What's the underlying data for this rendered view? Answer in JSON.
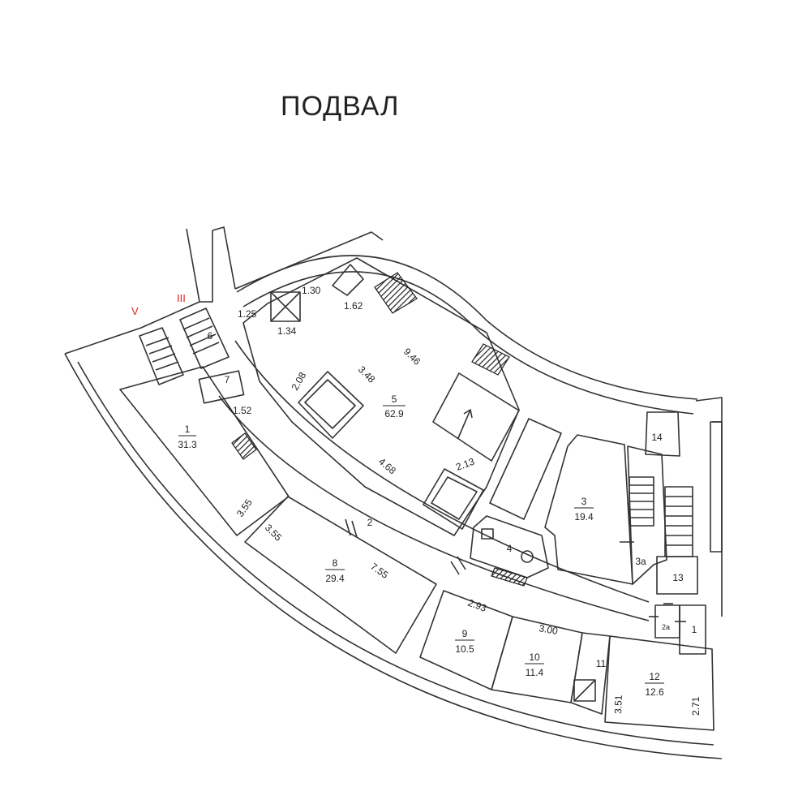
{
  "title": "ПОДВАЛ",
  "colors": {
    "line": "#333333",
    "axis": "#e0201a",
    "hatch": "#222222"
  },
  "axes": [
    {
      "id": "axis-v",
      "label": "V"
    },
    {
      "id": "axis-iii",
      "label": "III"
    }
  ],
  "rooms": [
    {
      "id": "room-1",
      "number": "1",
      "area": "31.3"
    },
    {
      "id": "room-2",
      "number": "2"
    },
    {
      "id": "room-3",
      "number": "3",
      "area": "19.4"
    },
    {
      "id": "room-3a",
      "number": "3a"
    },
    {
      "id": "room-2a",
      "number": "2a"
    },
    {
      "id": "room-4",
      "number": "4"
    },
    {
      "id": "room-5",
      "number": "5",
      "area": "62.9"
    },
    {
      "id": "room-6",
      "number": "6"
    },
    {
      "id": "room-7",
      "number": "7"
    },
    {
      "id": "room-8",
      "number": "8",
      "area": "29.4"
    },
    {
      "id": "room-9",
      "number": "9",
      "area": "10.5"
    },
    {
      "id": "room-10",
      "number": "10",
      "area": "11.4"
    },
    {
      "id": "room-11",
      "number": "11"
    },
    {
      "id": "room-12",
      "number": "12",
      "area": "12.6"
    },
    {
      "id": "room-13",
      "number": "13"
    },
    {
      "id": "room-14",
      "number": "14"
    },
    {
      "id": "room-1b",
      "number": "1"
    }
  ],
  "dimensions": [
    "1.25",
    "1.34",
    "1.30",
    "1.62",
    "9.46",
    "3.48",
    "2.08",
    "1.52",
    "4.68",
    "2.13",
    "3.55",
    "3.55",
    "7.55",
    "2.93",
    "3.00",
    "3.51",
    "2.71"
  ]
}
